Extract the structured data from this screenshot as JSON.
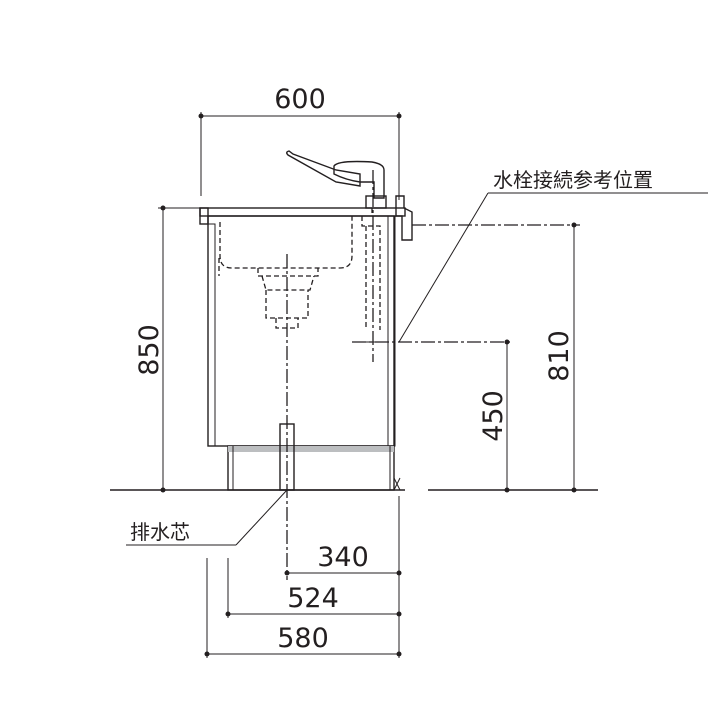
{
  "dimensions": {
    "width_top": "600",
    "height_total": "850",
    "height_faucet": "810",
    "height_water_supply": "450",
    "drain_340": "340",
    "drain_524": "524",
    "depth_580": "580"
  },
  "labels": {
    "faucet_connection": "水栓接続参考位置",
    "drain_center": "排水芯"
  },
  "colors": {
    "line": "#231f20",
    "cabinet_fill": "#e6e7e8",
    "counter_fill": "#d1d3d4",
    "background": "#ffffff"
  }
}
